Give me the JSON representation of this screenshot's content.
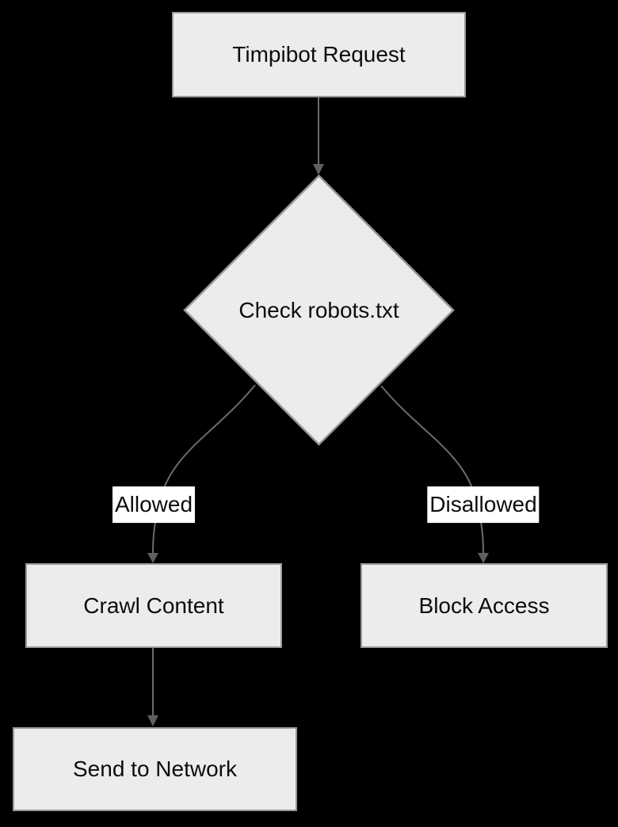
{
  "diagram": {
    "type": "flowchart",
    "direction": "top-down",
    "colors": {
      "background": "#000000",
      "node_fill": "#ececec",
      "node_border": "#999999",
      "edge_line": "#6b6b6b",
      "arrowhead": "#5f5f5f",
      "edge_label_bg": "#ffffff",
      "text": "#0d0d0d"
    },
    "nodes": [
      {
        "id": "request",
        "label": "Timpibot Request",
        "shape": "rect"
      },
      {
        "id": "check",
        "label": "Check robots.txt",
        "shape": "diamond"
      },
      {
        "id": "crawl",
        "label": "Crawl Content",
        "shape": "rect"
      },
      {
        "id": "block",
        "label": "Block Access",
        "shape": "rect"
      },
      {
        "id": "send",
        "label": "Send to Network",
        "shape": "rect"
      }
    ],
    "edges": [
      {
        "from": "request",
        "to": "check",
        "label": ""
      },
      {
        "from": "check",
        "to": "crawl",
        "label": "Allowed"
      },
      {
        "from": "check",
        "to": "block",
        "label": "Disallowed"
      },
      {
        "from": "crawl",
        "to": "send",
        "label": ""
      }
    ]
  }
}
